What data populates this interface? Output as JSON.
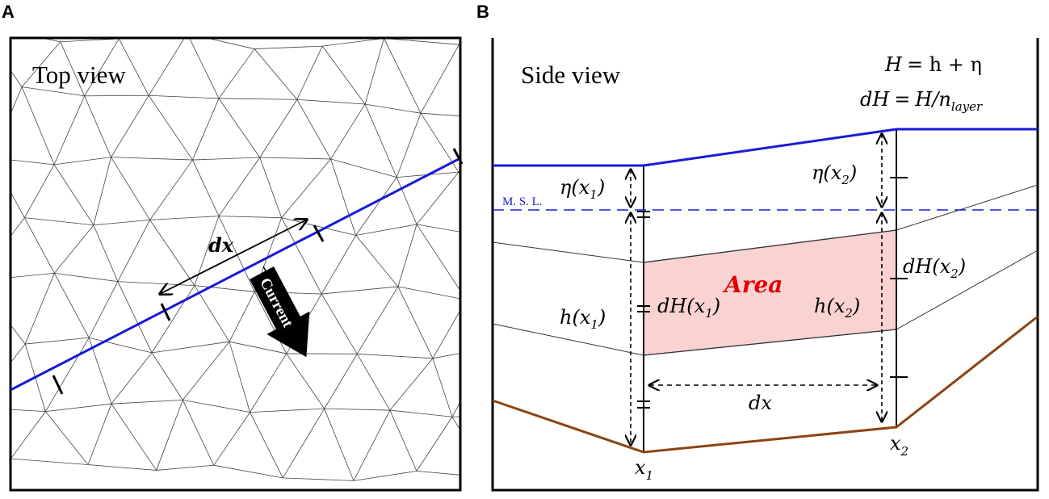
{
  "panel_a": {
    "letter": "A",
    "title": "Top view",
    "dx_label": "dx",
    "current_label": "Current"
  },
  "panel_b": {
    "letter": "B",
    "title": "Side view",
    "eq1_lhs": "H",
    "eq1_rhs": "= h + η",
    "eq2_lhs": "dH",
    "eq2_rhs": "= H/n",
    "eq2_sub": "layer",
    "msl": "M. S. L.",
    "area_label": "Area",
    "eta_x1": "η(x",
    "eta_x2": "η(x",
    "h_x1": "h(x",
    "h_x2": "h(x",
    "dH_x1": "dH(x",
    "dH_x2": "dH(x",
    "dx_label": "dx",
    "x1": "x",
    "x2": "x",
    "sub1": "1",
    "sub2": "2",
    "close": ")"
  },
  "colors": {
    "surface": "#1a1ad6",
    "bed": "#8b4513",
    "area_fill": "#f9d2d2",
    "area_label": "#e00000",
    "section_line": "#1a1ad6"
  }
}
